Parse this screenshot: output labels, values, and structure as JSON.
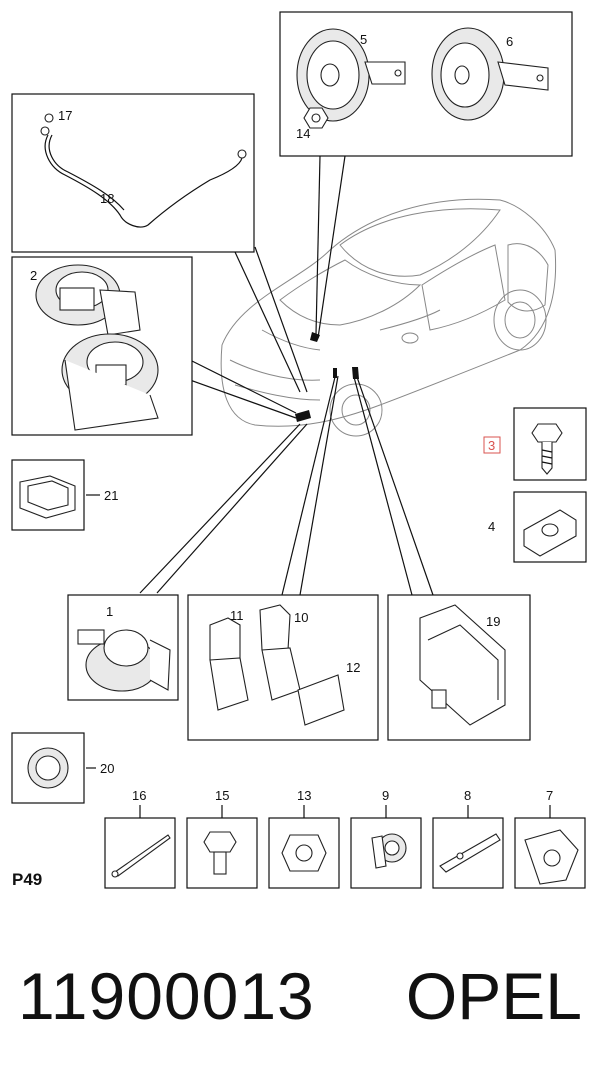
{
  "diagram": {
    "page_code": "P49",
    "part_number": "11900013",
    "brand": "OPEL",
    "highlight_color": "#d9534f",
    "callouts": {
      "c1": "1",
      "c2": "2",
      "c3": "3",
      "c4": "4",
      "c5": "5",
      "c6": "6",
      "c7": "7",
      "c8": "8",
      "c9": "9",
      "c10": "10",
      "c11": "11",
      "c12": "12",
      "c13": "13",
      "c14": "14",
      "c15": "15",
      "c16": "16",
      "c17": "17",
      "c18": "18",
      "c19": "19",
      "c20": "20",
      "c21": "21"
    }
  }
}
